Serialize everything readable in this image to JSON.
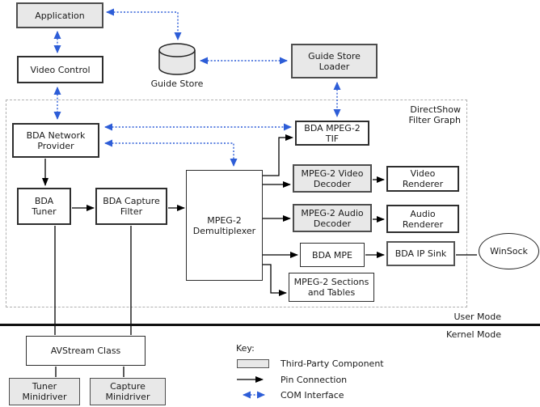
{
  "colors": {
    "com_interface_blue": "#2d5dd7",
    "third_party_fill": "#e8e8e8",
    "pin_connection_black": "#000000",
    "dashed_border_gray": "#b0b0b0"
  },
  "nodes": {
    "application": {
      "label": "Application"
    },
    "video_control": {
      "label": "Video Control"
    },
    "guide_store": {
      "label": "Guide Store"
    },
    "guide_store_loader": {
      "label": "Guide Store Loader"
    },
    "bda_network_provider": {
      "label": "BDA Network Provider"
    },
    "bda_tuner": {
      "label": "BDA Tuner"
    },
    "bda_capture_filter": {
      "label": "BDA Capture Filter"
    },
    "mpeg2_demultiplexer": {
      "label": "MPEG-2 Demultiplexer"
    },
    "bda_mpeg2_tif": {
      "label": "BDA MPEG-2 TIF"
    },
    "mpeg2_video_decoder": {
      "label": "MPEG-2 Video Decoder"
    },
    "video_renderer": {
      "label": "Video Renderer"
    },
    "mpeg2_audio_decoder": {
      "label": "MPEG-2 Audio Decoder"
    },
    "audio_renderer": {
      "label": "Audio Renderer"
    },
    "bda_mpe": {
      "label": "BDA MPE"
    },
    "bda_ip_sink": {
      "label": "BDA IP Sink"
    },
    "winsock": {
      "label": "WinSock"
    },
    "mpeg2_sections_and_tables": {
      "label": "MPEG-2 Sections and Tables"
    },
    "avstream_class": {
      "label": "AVStream Class"
    },
    "tuner_minidriver": {
      "label": "Tuner Minidriver"
    },
    "capture_minidriver": {
      "label": "Capture Minidriver"
    }
  },
  "annotations": {
    "filter_graph_line1": "DirectShow",
    "filter_graph_line2": "Filter Graph",
    "user_mode": "User Mode",
    "kernel_mode": "Kernel Mode"
  },
  "key": {
    "title": "Key:",
    "items": [
      {
        "symbol": "third-party-swatch",
        "label": "Third-Party Component"
      },
      {
        "symbol": "pin-connection-arrow",
        "label": "Pin Connection"
      },
      {
        "symbol": "com-interface-arrow",
        "label": "COM Interface"
      }
    ]
  }
}
